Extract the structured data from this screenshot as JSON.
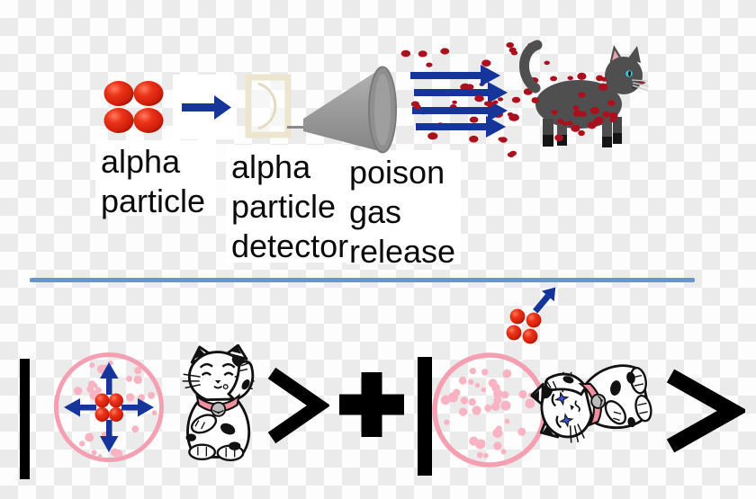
{
  "diagram": {
    "name": "schrodinger-cat-thought-experiment",
    "description_visible_text_only": true
  },
  "labels": {
    "alpha_particle": [
      "alpha",
      "particle"
    ],
    "alpha_detector": [
      "alpha",
      "particle",
      "detector"
    ],
    "poison_gas": [
      "poison",
      "gas",
      "release"
    ]
  },
  "equation": {
    "ket_open_left": "|",
    "ket_close_left": ">",
    "plus": "+",
    "ket_open_right": "|",
    "ket_close_right": ">"
  },
  "icons": {
    "top_row": [
      "alpha-particle-cluster-icon",
      "right-arrow-icon",
      "alpha-detector-icon",
      "gas-funnel-icon",
      "poison-gas-cloud-icon",
      "poisoned-cat-icon"
    ],
    "bottom_row": [
      "ket-bar-icon",
      "contained-source-circle-icon",
      "alive-cat-icon",
      "ket-close-icon",
      "plus-icon",
      "ket-bar-icon",
      "released-source-circle-icon",
      "escaping-alpha-icon",
      "escape-arrow-icon",
      "dead-cat-icon",
      "ket-close-icon"
    ]
  },
  "colors": {
    "checker_light": "#fdfdfd",
    "checker_dark": "#ebebeb",
    "alpha_red": "#e02414",
    "gas_dot_red": "#ac0f1e",
    "arrow_blue": "#16359b",
    "divider_blue": "#6b94ca",
    "circle_pink": "#f4a0b2",
    "dot_pink": "#f9b3c2",
    "cat_gray": "#4f4f4f",
    "cat_gray_dark": "#151515",
    "detector_cream": "#ece5cf",
    "funnel_gray": "#9b9b9b",
    "symbol_black": "#000000",
    "collar_pink": "#ef8fa0",
    "bell_gray": "#bdbdbd",
    "eye_teal": "#45c4d2",
    "star_eye_blue": "#3b55d6"
  }
}
